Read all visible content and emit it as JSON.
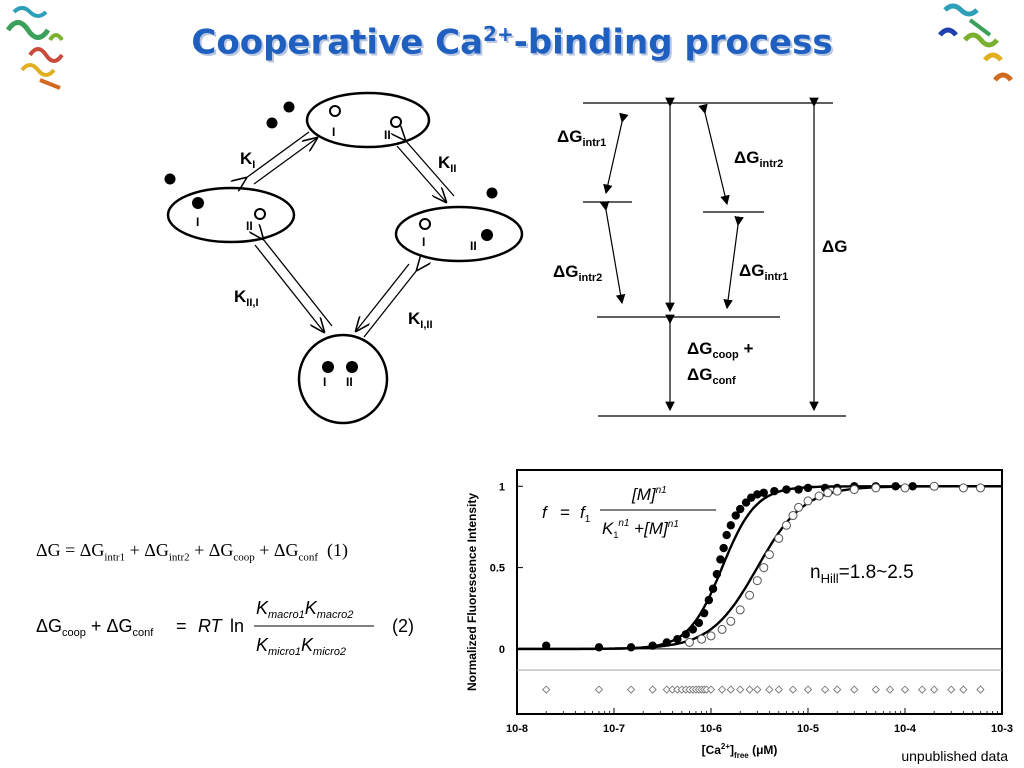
{
  "title": {
    "main": "Cooperative Ca",
    "sup": "2+",
    "tail": "-binding process"
  },
  "scheme": {
    "site_I": "I",
    "site_II": "II",
    "k_I": {
      "main": "K",
      "sub": "I"
    },
    "k_II": {
      "main": "K",
      "sub": "II"
    },
    "k_II_I": {
      "main": "K",
      "sub": "II,I"
    },
    "k_I_II": {
      "main": "K",
      "sub": "I,II"
    }
  },
  "energy": {
    "delta": "Δ",
    "g": "G",
    "intr1": "intr1",
    "intr2": "intr2",
    "coop": "coop",
    "conf": "conf",
    "plus": "+"
  },
  "equations": {
    "eq1_number": "(1)",
    "eq2_number": "(2)",
    "rt": "RT",
    "ln": "ln",
    "k": "K",
    "macro1": "macro1",
    "macro2": "macro2",
    "micro1": "micro1",
    "micro2": "micro2",
    "g": "G",
    "delta": "Δ",
    "intr1": "intr1",
    "intr2": "intr2",
    "coop": "coop",
    "conf": "conf",
    "plus": "+",
    "equals": "="
  },
  "hill_formula": {
    "f": "f",
    "f1": "f",
    "f1_sub": "1",
    "M": "[M]",
    "n1": "n1",
    "K": "K",
    "K_sub": "1",
    "plus": "+",
    "equals": "="
  },
  "n_hill": {
    "main": "n",
    "sub": "Hill",
    "value": "=1.8~2.5"
  },
  "footnote": "unpublished data",
  "chart_data": {
    "type": "scatter",
    "x_scale": "log",
    "xlim": [
      1e-08,
      0.001
    ],
    "ylim": [
      -0.4,
      1.1
    ],
    "x_ticks": [
      1e-08,
      1e-07,
      1e-06,
      1e-05,
      0.0001,
      0.001
    ],
    "x_tick_labels": [
      "10-8",
      "10-7",
      "10-6",
      "10-5",
      "10-4",
      "10-3"
    ],
    "y_ticks": [
      0,
      0.5,
      1
    ],
    "y_tick_labels": [
      "0",
      "0.5",
      "1"
    ],
    "xlabel": {
      "pre": "[Ca",
      "sup": "2+",
      "mid": "]",
      "sub": "free",
      "post": " (μM)"
    },
    "ylabel": "Normalized Fluorescence Intensity",
    "grid": false,
    "series": [
      {
        "marker": "filled-circle",
        "x": [
          2e-08,
          7e-08,
          1.5e-07,
          2.5e-07,
          3.5e-07,
          4.5e-07,
          5.5e-07,
          6.5e-07,
          7.5e-07,
          8.5e-07,
          9.5e-07,
          1.05e-06,
          1.15e-06,
          1.25e-06,
          1.35e-06,
          1.45e-06,
          1.6e-06,
          1.8e-06,
          2e-06,
          2.3e-06,
          2.6e-06,
          3e-06,
          3.5e-06,
          4.5e-06,
          6e-06,
          8e-06,
          1e-05,
          1.5e-05,
          2e-05,
          3e-05,
          5e-05,
          8e-05,
          0.00012,
          0.0002
        ],
        "y": [
          0.02,
          0.01,
          0.01,
          0.02,
          0.04,
          0.06,
          0.09,
          0.12,
          0.16,
          0.22,
          0.3,
          0.37,
          0.46,
          0.55,
          0.62,
          0.7,
          0.76,
          0.82,
          0.86,
          0.9,
          0.93,
          0.95,
          0.96,
          0.97,
          0.98,
          0.98,
          0.99,
          0.99,
          0.99,
          1,
          1,
          1,
          1,
          1
        ]
      },
      {
        "marker": "open-circle",
        "x": [
          6e-07,
          8e-07,
          1e-06,
          1.3e-06,
          1.6e-06,
          2e-06,
          2.5e-06,
          3e-06,
          3.5e-06,
          4e-06,
          5e-06,
          6e-06,
          7e-06,
          8e-06,
          1e-05,
          1.3e-05,
          1.6e-05,
          2e-05,
          3e-05,
          5e-05,
          0.0001,
          0.0002,
          0.0004,
          0.0006
        ],
        "y": [
          0.04,
          0.06,
          0.08,
          0.12,
          0.17,
          0.24,
          0.33,
          0.42,
          0.5,
          0.58,
          0.68,
          0.76,
          0.82,
          0.87,
          0.91,
          0.94,
          0.96,
          0.97,
          0.98,
          0.99,
          0.99,
          1,
          0.99,
          0.99
        ]
      },
      {
        "marker": "open-diamond",
        "x": [
          2e-08,
          7e-08,
          1.5e-07,
          2.5e-07,
          3.5e-07,
          4e-07,
          4.5e-07,
          5e-07,
          5.5e-07,
          6e-07,
          6.5e-07,
          7e-07,
          7.5e-07,
          8e-07,
          8.5e-07,
          9e-07,
          1e-06,
          1.3e-06,
          1.6e-06,
          2e-06,
          2.5e-06,
          3e-06,
          4e-06,
          5e-06,
          7e-06,
          1e-05,
          1.5e-05,
          2e-05,
          3e-05,
          5e-05,
          7e-05,
          0.0001,
          0.00015,
          0.0002,
          0.0003,
          0.0004,
          0.0006
        ],
        "y": [
          -0.25,
          -0.25,
          -0.25,
          -0.25,
          -0.25,
          -0.25,
          -0.25,
          -0.25,
          -0.25,
          -0.25,
          -0.25,
          -0.25,
          -0.25,
          -0.25,
          -0.25,
          -0.25,
          -0.25,
          -0.25,
          -0.25,
          -0.25,
          -0.25,
          -0.25,
          -0.25,
          -0.25,
          -0.25,
          -0.25,
          -0.25,
          -0.25,
          -0.25,
          -0.25,
          -0.25,
          -0.25,
          -0.25,
          -0.25,
          -0.25,
          -0.25,
          -0.25
        ]
      }
    ],
    "fit_curves": [
      {
        "kd": 1.3e-06,
        "n": 2.5
      },
      {
        "kd": 3e-06,
        "n": 1.8
      }
    ],
    "reference_lines": [
      0,
      -0.13
    ]
  }
}
